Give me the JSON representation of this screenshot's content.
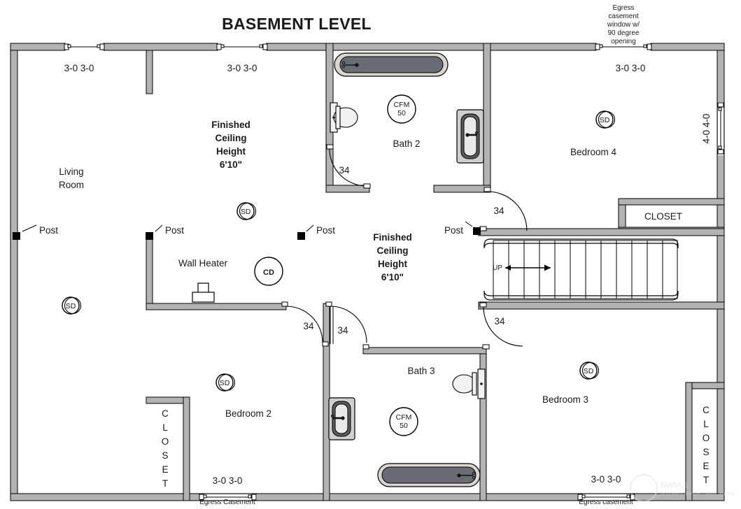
{
  "title": "BASEMENT LEVEL",
  "notes": {
    "egress_top_right": "Egress\ncasement\nwindow w/\n90 degree\nopening",
    "egress_bottom_left": "Egress Casement",
    "egress_bottom_right": "Egress casement",
    "ceiling_left": "Finished\nCeiling\nHeight\n6'10\"",
    "ceiling_center": "Finished\nCeiling\nHeight\n6'10\"",
    "wall_heater": "Wall Heater",
    "stair_direction": "UP"
  },
  "rooms": [
    {
      "id": "living-room",
      "label": "Living\nRoom"
    },
    {
      "id": "bath-2",
      "label": "Bath 2"
    },
    {
      "id": "bedroom-4",
      "label": "Bedroom 4"
    },
    {
      "id": "bedroom-2",
      "label": "Bedroom 2"
    },
    {
      "id": "bedroom-3",
      "label": "Bedroom 3"
    },
    {
      "id": "bath-3",
      "label": "Bath 3"
    },
    {
      "id": "closet-br4",
      "label": "CLOSET"
    },
    {
      "id": "closet-br2",
      "label": "CLOSET"
    },
    {
      "id": "closet-br3",
      "label": "CLOSET"
    }
  ],
  "room_labels": {
    "living_room_l1": "Living",
    "living_room_l2": "Room",
    "bath2": "Bath 2",
    "bath3": "Bath 3",
    "bedroom2": "Bedroom 2",
    "bedroom3": "Bedroom 3",
    "bedroom4": "Bedroom 4",
    "closet_br4": "CLOSET",
    "closet_letters": [
      "C",
      "L",
      "O",
      "S",
      "E",
      "T"
    ]
  },
  "ceiling_note_lines": [
    "Finished",
    "Ceiling",
    "Height",
    "6'10\""
  ],
  "egress_note_lines": [
    "Egress",
    "casement",
    "window w/",
    "90 degree",
    "opening"
  ],
  "windows": [
    {
      "id": "win-lr-left",
      "size": "3-0 3-0",
      "wall": "top"
    },
    {
      "id": "win-lr-right",
      "size": "3-0 3-0",
      "wall": "top"
    },
    {
      "id": "win-br4-top",
      "size": "3-0 3-0",
      "wall": "top"
    },
    {
      "id": "win-br4-right",
      "size": "4-0 4-0",
      "wall": "right"
    },
    {
      "id": "win-br2-bottom",
      "size": "3-0 3-0",
      "wall": "bottom"
    },
    {
      "id": "win-br3-bottom",
      "size": "3-0 3-0",
      "wall": "bottom"
    }
  ],
  "doors": [
    {
      "id": "door-bath2",
      "width": "34"
    },
    {
      "id": "door-bedroom4",
      "width": "34"
    },
    {
      "id": "door-bedroom2",
      "width": "34"
    },
    {
      "id": "door-hall",
      "width": "34"
    },
    {
      "id": "door-bedroom3",
      "width": "34"
    }
  ],
  "symbols": {
    "smoke_detector": "SD",
    "carbon_detector": "CD",
    "exhaust_fan_l1": "CFM",
    "exhaust_fan_l2": "50",
    "post": "Post"
  },
  "symbol_counts": {
    "smoke_detectors": 5,
    "carbon_detectors": 1,
    "exhaust_fans": 2,
    "posts": 4
  },
  "colors": {
    "wall_fill": "#b3b3b3",
    "wall_stroke": "#000000",
    "tub_fill": "#6b6b75",
    "background": "#ffffff",
    "text": "#1a1a1a"
  }
}
